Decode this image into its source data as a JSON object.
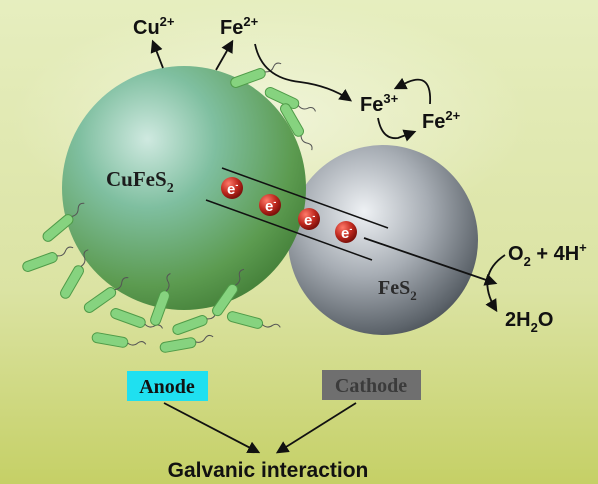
{
  "ions": {
    "cu": {
      "base": "Cu",
      "charge": "2+"
    },
    "fe_top": {
      "base": "Fe",
      "charge": "2+"
    },
    "fe3": {
      "base": "Fe",
      "charge": "3+"
    },
    "fe2_right": {
      "base": "Fe",
      "charge": "2+"
    }
  },
  "particles": {
    "anode_formula": {
      "base": "CuFeS",
      "sub": "2"
    },
    "cathode_formula": {
      "base": "FeS",
      "sub": "2"
    }
  },
  "electrons": [
    {
      "symbol": "e",
      "charge": "-"
    },
    {
      "symbol": "e",
      "charge": "-"
    },
    {
      "symbol": "e",
      "charge": "-"
    },
    {
      "symbol": "e",
      "charge": "-"
    }
  ],
  "reaction": {
    "reactant_o2": {
      "base": "O",
      "sub": "2"
    },
    "reactant_h": {
      "text": " + 4H",
      "charge": "+"
    },
    "product": {
      "pre": "2H",
      "sub": "2",
      "post": "O"
    }
  },
  "labels": {
    "anode": "Anode",
    "cathode": "Cathode",
    "galvanic": "Galvanic interaction"
  },
  "colors": {
    "background_top": "#dfeab8",
    "background_bottom": "#c7d36c",
    "anode_sphere": "#6fae7c",
    "cathode_sphere": "#8a9096",
    "anode_label_bg": "#1fe0f0",
    "cathode_label_bg": "#6f6f6f",
    "electron": "#b3261e",
    "bacteria": "#86d37f"
  }
}
